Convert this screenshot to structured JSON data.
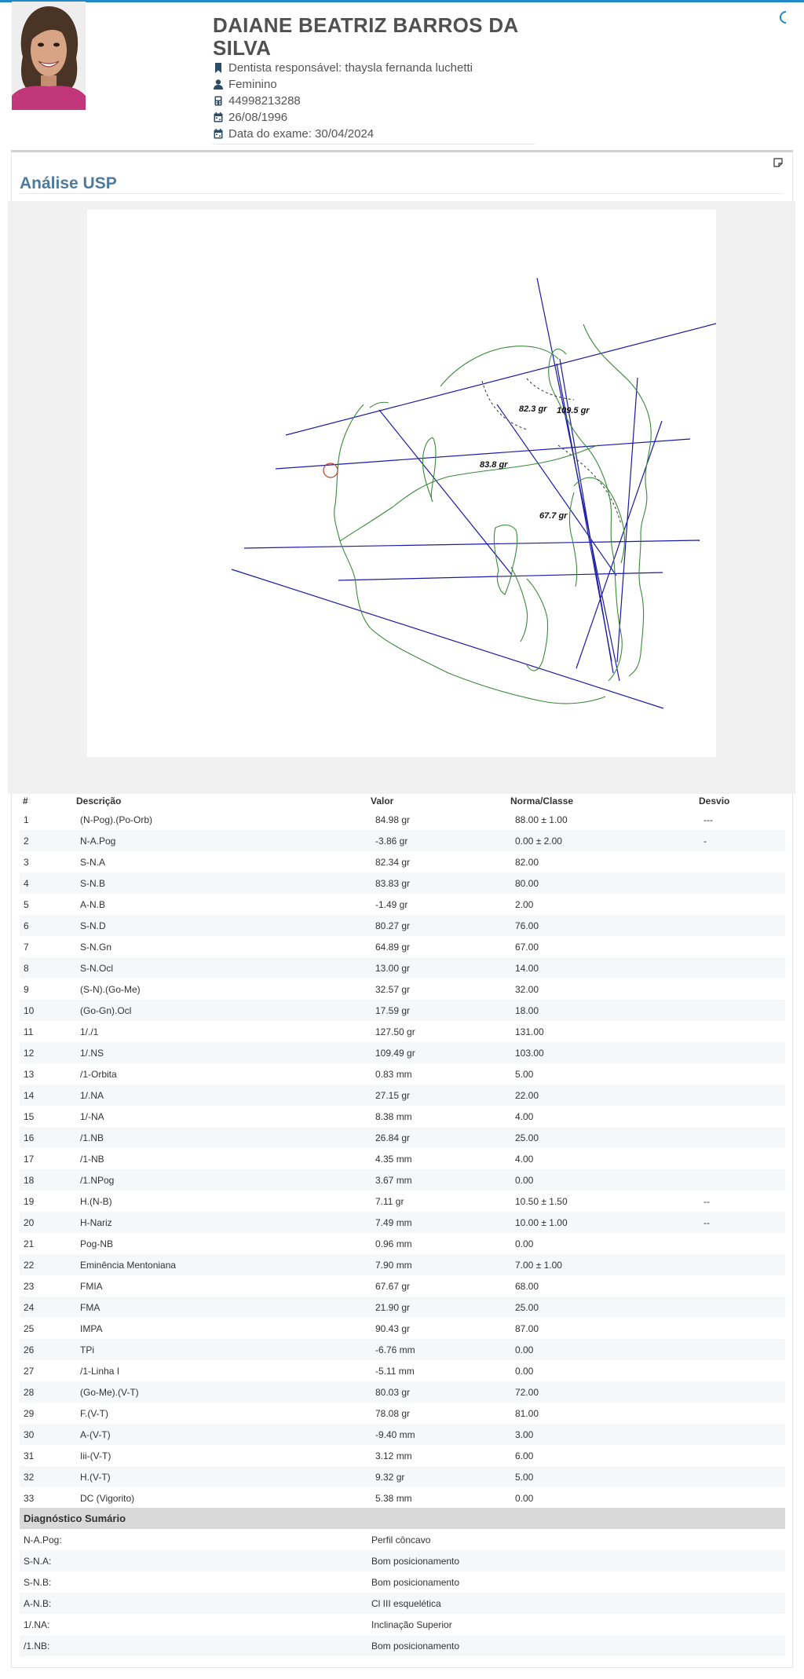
{
  "patient": {
    "name": "DAIANE BEATRIZ BARROS DA SILVA",
    "dentist": "Dentista responsável: thaysla fernanda luchetti",
    "sex": "Feminino",
    "phone": "44998213288",
    "birth_date": "26/08/1996",
    "exam_date": "Data do exame: 30/04/2024",
    "icons": [
      "bookmark-icon",
      "person-icon",
      "phone-icon",
      "calendar-icon",
      "calendar-icon"
    ]
  },
  "analysis": {
    "title": "Análise USP",
    "tracing_labels": {
      "angle_a": "82.3 gr",
      "angle_b": "109.5 gr",
      "angle_c": "83.8 gr",
      "angle_d": "67.7 gr"
    },
    "colors": {
      "lines": "#1a1aa6",
      "anatomy": "#3a8a3a",
      "marker": "#c0392b",
      "title": "#4e7a9c"
    }
  },
  "table": {
    "headers": {
      "num": "#",
      "desc": "Descrição",
      "value": "Valor",
      "norm": "Norma/Classe",
      "dev": "Desvio"
    },
    "rows": [
      {
        "n": "1",
        "desc": "(N-Pog).(Po-Orb)",
        "value": "84.98 gr",
        "norm": "88.00 ± 1.00",
        "dev": "---"
      },
      {
        "n": "2",
        "desc": "N-A.Pog",
        "value": "-3.86 gr",
        "norm": "0.00 ± 2.00",
        "dev": "-"
      },
      {
        "n": "3",
        "desc": "S-N.A",
        "value": "82.34 gr",
        "norm": "82.00",
        "dev": ""
      },
      {
        "n": "4",
        "desc": "S-N.B",
        "value": "83.83 gr",
        "norm": "80.00",
        "dev": ""
      },
      {
        "n": "5",
        "desc": "A-N.B",
        "value": "-1.49 gr",
        "norm": "2.00",
        "dev": ""
      },
      {
        "n": "6",
        "desc": "S-N.D",
        "value": "80.27 gr",
        "norm": "76.00",
        "dev": ""
      },
      {
        "n": "7",
        "desc": "S-N.Gn",
        "value": "64.89 gr",
        "norm": "67.00",
        "dev": ""
      },
      {
        "n": "8",
        "desc": "S-N.Ocl",
        "value": "13.00 gr",
        "norm": "14.00",
        "dev": ""
      },
      {
        "n": "9",
        "desc": "(S-N).(Go-Me)",
        "value": "32.57 gr",
        "norm": "32.00",
        "dev": ""
      },
      {
        "n": "10",
        "desc": "(Go-Gn).Ocl",
        "value": "17.59 gr",
        "norm": "18.00",
        "dev": ""
      },
      {
        "n": "11",
        "desc": "1/./1",
        "value": "127.50 gr",
        "norm": "131.00",
        "dev": ""
      },
      {
        "n": "12",
        "desc": "1/.NS",
        "value": "109.49 gr",
        "norm": "103.00",
        "dev": ""
      },
      {
        "n": "13",
        "desc": "/1-Orbita",
        "value": "0.83 mm",
        "norm": "5.00",
        "dev": ""
      },
      {
        "n": "14",
        "desc": "1/.NA",
        "value": "27.15 gr",
        "norm": "22.00",
        "dev": ""
      },
      {
        "n": "15",
        "desc": "1/-NA",
        "value": "8.38 mm",
        "norm": "4.00",
        "dev": ""
      },
      {
        "n": "16",
        "desc": "/1.NB",
        "value": "26.84 gr",
        "norm": "25.00",
        "dev": ""
      },
      {
        "n": "17",
        "desc": "/1-NB",
        "value": "4.35 mm",
        "norm": "4.00",
        "dev": ""
      },
      {
        "n": "18",
        "desc": "/1.NPog",
        "value": "3.67 mm",
        "norm": "0.00",
        "dev": ""
      },
      {
        "n": "19",
        "desc": "H.(N-B)",
        "value": "7.11 gr",
        "norm": "10.50 ± 1.50",
        "dev": "--"
      },
      {
        "n": "20",
        "desc": "H-Nariz",
        "value": "7.49 mm",
        "norm": "10.00 ± 1.00",
        "dev": "--"
      },
      {
        "n": "21",
        "desc": "Pog-NB",
        "value": "0.96 mm",
        "norm": "0.00",
        "dev": ""
      },
      {
        "n": "22",
        "desc": "Eminência Mentoniana",
        "value": "7.90 mm",
        "norm": "7.00 ± 1.00",
        "dev": ""
      },
      {
        "n": "23",
        "desc": "FMIA",
        "value": "67.67 gr",
        "norm": "68.00",
        "dev": ""
      },
      {
        "n": "24",
        "desc": "FMA",
        "value": "21.90 gr",
        "norm": "25.00",
        "dev": ""
      },
      {
        "n": "25",
        "desc": "IMPA",
        "value": "90.43 gr",
        "norm": "87.00",
        "dev": ""
      },
      {
        "n": "26",
        "desc": "TPi",
        "value": "-6.76 mm",
        "norm": "0.00",
        "dev": ""
      },
      {
        "n": "27",
        "desc": "/1-Linha I",
        "value": "-5.11 mm",
        "norm": "0.00",
        "dev": ""
      },
      {
        "n": "28",
        "desc": "(Go-Me).(V-T)",
        "value": "80.03 gr",
        "norm": "72.00",
        "dev": ""
      },
      {
        "n": "29",
        "desc": "F.(V-T)",
        "value": "78.08 gr",
        "norm": "81.00",
        "dev": ""
      },
      {
        "n": "30",
        "desc": "A-(V-T)",
        "value": "-9.40 mm",
        "norm": "3.00",
        "dev": ""
      },
      {
        "n": "31",
        "desc": "Iii-(V-T)",
        "value": "3.12 mm",
        "norm": "6.00",
        "dev": ""
      },
      {
        "n": "32",
        "desc": "H.(V-T)",
        "value": "9.32 gr",
        "norm": "5.00",
        "dev": ""
      },
      {
        "n": "33",
        "desc": "DC (Vigorito)",
        "value": "5.38 mm",
        "norm": "0.00",
        "dev": ""
      }
    ]
  },
  "summary": {
    "title": "Diagnóstico Sumário",
    "rows": [
      {
        "label": "N-A.Pog:",
        "value": "Perfil côncavo"
      },
      {
        "label": "S-N.A:",
        "value": "Bom posicionamento"
      },
      {
        "label": "S-N.B:",
        "value": "Bom posicionamento"
      },
      {
        "label": "A-N.B:",
        "value": "Cl III esquelética"
      },
      {
        "label": "1/.NA:",
        "value": "Inclinação Superior"
      },
      {
        "label": "/1.NB:",
        "value": "Bom posicionamento"
      }
    ]
  }
}
